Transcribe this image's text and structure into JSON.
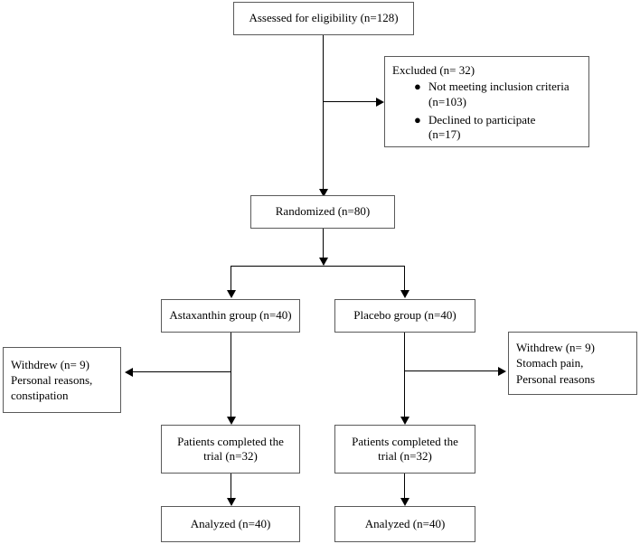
{
  "diagram": {
    "type": "consort-flow-diagram",
    "nodes": {
      "enrollment": {
        "label": "Assessed for eligibility (n=128)"
      },
      "excluded": {
        "title": "Excluded (n= 32)",
        "reasons": [
          "Not meeting inclusion criteria (n=103)",
          "Declined to participate (n=17)"
        ],
        "reason_1_line_1": "Not meeting inclusion criteria",
        "reason_1_line_2": "(n=103)",
        "reason_2_line_1": "Declined to participate",
        "reason_2_line_2": "(n=17)",
        "bullet_glyph": "●"
      },
      "randomized": {
        "label": "Randomized (n=80)"
      },
      "astaxanthin_group": {
        "label": "Astaxanthin group (n=40)"
      },
      "placebo_group": {
        "label": "Placebo group (n=40)"
      },
      "withdrew_left": {
        "line_1": "Withdrew (n= 9)",
        "line_2": "Personal reasons,",
        "line_3": "constipation"
      },
      "withdrew_right": {
        "line_1": "Withdrew (n= 9)",
        "line_2": "Stomach pain,",
        "line_3": "Personal reasons"
      },
      "completed_left": {
        "line_1": "Patients completed the",
        "line_2": "trial (n=32)"
      },
      "completed_right": {
        "line_1": "Patients completed the",
        "line_2": "trial (n=32)"
      },
      "analyzed_left": {
        "label": "Analyzed (n=40)"
      },
      "analyzed_right": {
        "label": "Analyzed (n=40)"
      }
    },
    "colors": {
      "box_border": "#5a5a5a",
      "connector": "#000000",
      "text": "#000000",
      "background": "#ffffff"
    }
  }
}
